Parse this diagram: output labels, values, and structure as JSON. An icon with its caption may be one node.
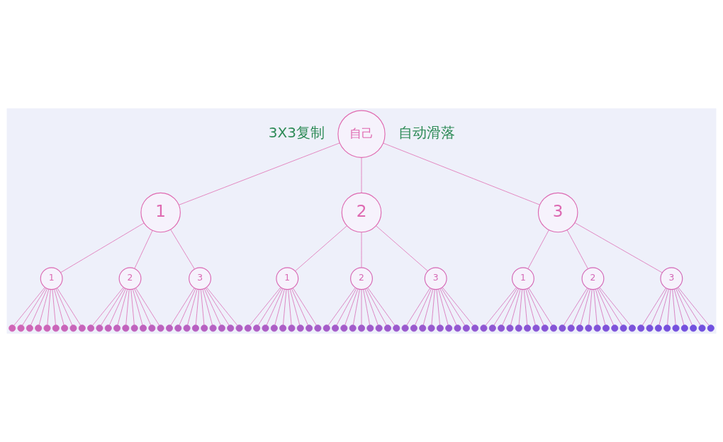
{
  "diagram": {
    "nodes": [
      {
        "text": [
          "自己"
        ]
      },
      {
        "text": [
          "1"
        ]
      },
      {
        "text": [
          "2"
        ]
      },
      {
        "text": [
          "3"
        ]
      },
      {
        "text": [
          "1"
        ]
      },
      {
        "text": [
          "2"
        ]
      },
      {
        "text": [
          "3"
        ]
      },
      {
        "text": [
          "1"
        ]
      },
      {
        "text": [
          "2"
        ]
      },
      {
        "text": [
          "3"
        ]
      },
      {
        "text": [
          "1"
        ]
      },
      {
        "text": [
          "2"
        ]
      },
      {
        "text": [
          "3"
        ]
      },
      {
        "text": [],
        "shape": "person"
      },
      {
        "text": [],
        "shape": "person"
      },
      {
        "text": [],
        "shape": "person"
      },
      {
        "text": [],
        "shape": "person"
      },
      {
        "text": [],
        "shape": "person"
      },
      {
        "text": [],
        "shape": "person"
      },
      {
        "text": [],
        "shape": "person"
      },
      {
        "text": [],
        "shape": "person"
      },
      {
        "text": [],
        "shape": "person"
      },
      {
        "text": [],
        "shape": "person"
      },
      {
        "text": [],
        "shape": "person"
      },
      {
        "text": [],
        "shape": "person"
      },
      {
        "text": [],
        "shape": "person"
      },
      {
        "text": [],
        "shape": "person"
      },
      {
        "text": [],
        "shape": "person"
      },
      {
        "text": [],
        "shape": "person"
      },
      {
        "text": [],
        "shape": "person"
      },
      {
        "text": [],
        "shape": "person"
      },
      {
        "text": [],
        "shape": "person"
      },
      {
        "text": [],
        "shape": "person"
      },
      {
        "text": [],
        "shape": "person"
      },
      {
        "text": [],
        "shape": "person"
      },
      {
        "text": [],
        "shape": "person"
      },
      {
        "text": [],
        "shape": "person"
      },
      {
        "text": [],
        "shape": "person"
      },
      {
        "text": [],
        "shape": "person"
      },
      {
        "text": [],
        "shape": "person"
      },
      {
        "text": [],
        "shape": "person"
      },
      {
        "text": [],
        "shape": "person"
      },
      {
        "text": [],
        "shape": "person"
      },
      {
        "text": [],
        "shape": "person"
      },
      {
        "text": [],
        "shape": "person"
      },
      {
        "text": [],
        "shape": "person"
      },
      {
        "text": [],
        "shape": "person"
      },
      {
        "text": [],
        "shape": "person"
      },
      {
        "text": [],
        "shape": "person"
      },
      {
        "text": [],
        "shape": "person"
      },
      {
        "text": [],
        "shape": "person"
      },
      {
        "text": [],
        "shape": "person"
      },
      {
        "text": [],
        "shape": "person"
      },
      {
        "text": [],
        "shape": "person"
      },
      {
        "text": [],
        "shape": "person"
      },
      {
        "text": [],
        "shape": "person"
      },
      {
        "text": [],
        "shape": "person"
      },
      {
        "text": [],
        "shape": "person"
      },
      {
        "text": [],
        "shape": "person"
      },
      {
        "text": [],
        "shape": "person"
      },
      {
        "text": [],
        "shape": "person"
      },
      {
        "text": [],
        "shape": "person"
      },
      {
        "text": [],
        "shape": "person"
      },
      {
        "text": [],
        "shape": "person"
      },
      {
        "text": [],
        "shape": "person"
      },
      {
        "text": [],
        "shape": "person"
      },
      {
        "text": [],
        "shape": "person"
      },
      {
        "text": [],
        "shape": "person"
      },
      {
        "text": [],
        "shape": "person"
      },
      {
        "text": [],
        "shape": "person"
      },
      {
        "text": [],
        "shape": "person"
      },
      {
        "text": [],
        "shape": "person"
      },
      {
        "text": [],
        "shape": "person"
      },
      {
        "text": [],
        "shape": "person"
      },
      {
        "text": [],
        "shape": "person"
      },
      {
        "text": [],
        "shape": "person"
      },
      {
        "text": [],
        "shape": "person"
      },
      {
        "text": [],
        "shape": "person"
      },
      {
        "text": [],
        "shape": "person"
      },
      {
        "text": [],
        "shape": "person"
      },
      {
        "text": [],
        "shape": "person"
      },
      {
        "text": [],
        "shape": "person"
      },
      {
        "text": [],
        "shape": "person"
      },
      {
        "text": [],
        "shape": "person"
      },
      {
        "text": [],
        "shape": "person"
      },
      {
        "text": [],
        "shape": "person"
      },
      {
        "text": [],
        "shape": "person"
      },
      {
        "text": [],
        "shape": "person"
      },
      {
        "text": [],
        "shape": "person"
      },
      {
        "text": [],
        "shape": "person"
      },
      {
        "text": [],
        "shape": "person"
      },
      {
        "text": [],
        "shape": "person"
      },
      {
        "text": [],
        "shape": "person"
      },
      {
        "text": [],
        "shape": "person"
      }
    ],
    "edges": [
      {
        "from": 0,
        "to": 1,
        "arrow": "none"
      },
      {
        "from": 0,
        "to": 2,
        "arrow": "none"
      },
      {
        "from": 0,
        "to": 3,
        "arrow": "none"
      },
      {
        "from": 1,
        "to": 4,
        "arrow": "none"
      },
      {
        "from": 1,
        "to": 5,
        "arrow": "none"
      },
      {
        "from": 1,
        "to": 6,
        "arrow": "none"
      },
      {
        "from": 2,
        "to": 7,
        "arrow": "none"
      },
      {
        "from": 2,
        "to": 8,
        "arrow": "none"
      },
      {
        "from": 2,
        "to": 9,
        "arrow": "none"
      },
      {
        "from": 3,
        "to": 10,
        "arrow": "none"
      },
      {
        "from": 3,
        "to": 11,
        "arrow": "none"
      },
      {
        "from": 3,
        "to": 12,
        "arrow": "none"
      },
      {
        "from": 4,
        "to": 13,
        "arrow": "none"
      },
      {
        "from": 4,
        "to": 14,
        "arrow": "none"
      },
      {
        "from": 4,
        "to": 15,
        "arrow": "none"
      },
      {
        "from": 4,
        "to": 16,
        "arrow": "none"
      },
      {
        "from": 4,
        "to": 17,
        "arrow": "none"
      },
      {
        "from": 4,
        "to": 18,
        "arrow": "none"
      },
      {
        "from": 4,
        "to": 19,
        "arrow": "none"
      },
      {
        "from": 4,
        "to": 20,
        "arrow": "none"
      },
      {
        "from": 4,
        "to": 21,
        "arrow": "none"
      },
      {
        "from": 5,
        "to": 22,
        "arrow": "none"
      },
      {
        "from": 5,
        "to": 23,
        "arrow": "none"
      },
      {
        "from": 5,
        "to": 24,
        "arrow": "none"
      },
      {
        "from": 5,
        "to": 25,
        "arrow": "none"
      },
      {
        "from": 5,
        "to": 26,
        "arrow": "none"
      },
      {
        "from": 5,
        "to": 27,
        "arrow": "none"
      },
      {
        "from": 5,
        "to": 28,
        "arrow": "none"
      },
      {
        "from": 5,
        "to": 29,
        "arrow": "none"
      },
      {
        "from": 5,
        "to": 30,
        "arrow": "none"
      },
      {
        "from": 6,
        "to": 31,
        "arrow": "none"
      },
      {
        "from": 6,
        "to": 32,
        "arrow": "none"
      },
      {
        "from": 6,
        "to": 33,
        "arrow": "none"
      },
      {
        "from": 6,
        "to": 34,
        "arrow": "none"
      },
      {
        "from": 6,
        "to": 35,
        "arrow": "none"
      },
      {
        "from": 6,
        "to": 36,
        "arrow": "none"
      },
      {
        "from": 6,
        "to": 37,
        "arrow": "none"
      },
      {
        "from": 6,
        "to": 38,
        "arrow": "none"
      },
      {
        "from": 6,
        "to": 39,
        "arrow": "none"
      },
      {
        "from": 7,
        "to": 40,
        "arrow": "none"
      },
      {
        "from": 7,
        "to": 41,
        "arrow": "none"
      },
      {
        "from": 7,
        "to": 42,
        "arrow": "none"
      },
      {
        "from": 7,
        "to": 43,
        "arrow": "none"
      },
      {
        "from": 7,
        "to": 44,
        "arrow": "none"
      },
      {
        "from": 7,
        "to": 45,
        "arrow": "none"
      },
      {
        "from": 7,
        "to": 46,
        "arrow": "none"
      },
      {
        "from": 7,
        "to": 47,
        "arrow": "none"
      },
      {
        "from": 7,
        "to": 48,
        "arrow": "none"
      },
      {
        "from": 8,
        "to": 49,
        "arrow": "none"
      },
      {
        "from": 8,
        "to": 50,
        "arrow": "none"
      },
      {
        "from": 8,
        "to": 51,
        "arrow": "none"
      },
      {
        "from": 8,
        "to": 52,
        "arrow": "none"
      },
      {
        "from": 8,
        "to": 53,
        "arrow": "none"
      },
      {
        "from": 8,
        "to": 54,
        "arrow": "none"
      },
      {
        "from": 8,
        "to": 55,
        "arrow": "none"
      },
      {
        "from": 8,
        "to": 56,
        "arrow": "none"
      },
      {
        "from": 8,
        "to": 57,
        "arrow": "none"
      },
      {
        "from": 9,
        "to": 58,
        "arrow": "none"
      },
      {
        "from": 9,
        "to": 59,
        "arrow": "none"
      },
      {
        "from": 9,
        "to": 60,
        "arrow": "none"
      },
      {
        "from": 9,
        "to": 61,
        "arrow": "none"
      },
      {
        "from": 9,
        "to": 62,
        "arrow": "none"
      },
      {
        "from": 9,
        "to": 63,
        "arrow": "none"
      },
      {
        "from": 9,
        "to": 64,
        "arrow": "none"
      },
      {
        "from": 9,
        "to": 65,
        "arrow": "none"
      },
      {
        "from": 9,
        "to": 66,
        "arrow": "none"
      },
      {
        "from": 10,
        "to": 67,
        "arrow": "none"
      },
      {
        "from": 10,
        "to": 68,
        "arrow": "none"
      },
      {
        "from": 10,
        "to": 69,
        "arrow": "none"
      },
      {
        "from": 10,
        "to": 70,
        "arrow": "none"
      },
      {
        "from": 10,
        "to": 71,
        "arrow": "none"
      },
      {
        "from": 10,
        "to": 72,
        "arrow": "none"
      },
      {
        "from": 10,
        "to": 73,
        "arrow": "none"
      },
      {
        "from": 10,
        "to": 74,
        "arrow": "none"
      },
      {
        "from": 10,
        "to": 75,
        "arrow": "none"
      },
      {
        "from": 11,
        "to": 76,
        "arrow": "none"
      },
      {
        "from": 11,
        "to": 77,
        "arrow": "none"
      },
      {
        "from": 11,
        "to": 78,
        "arrow": "none"
      },
      {
        "from": 11,
        "to": 79,
        "arrow": "none"
      },
      {
        "from": 11,
        "to": 80,
        "arrow": "none"
      },
      {
        "from": 11,
        "to": 81,
        "arrow": "none"
      },
      {
        "from": 11,
        "to": 82,
        "arrow": "none"
      },
      {
        "from": 11,
        "to": 83,
        "arrow": "none"
      },
      {
        "from": 11,
        "to": 84,
        "arrow": "none"
      },
      {
        "from": 12,
        "to": 85,
        "arrow": "none"
      },
      {
        "from": 12,
        "to": 86,
        "arrow": "none"
      },
      {
        "from": 12,
        "to": 87,
        "arrow": "none"
      },
      {
        "from": 12,
        "to": 88,
        "arrow": "none"
      },
      {
        "from": 12,
        "to": 89,
        "arrow": "none"
      },
      {
        "from": 12,
        "to": 90,
        "arrow": "none"
      },
      {
        "from": 12,
        "to": 91,
        "arrow": "none"
      },
      {
        "from": 12,
        "to": 92,
        "arrow": "none"
      },
      {
        "from": 12,
        "to": 93,
        "arrow": "none"
      }
    ],
    "labels": [
      "3X3复制",
      "自动滑落"
    ]
  }
}
